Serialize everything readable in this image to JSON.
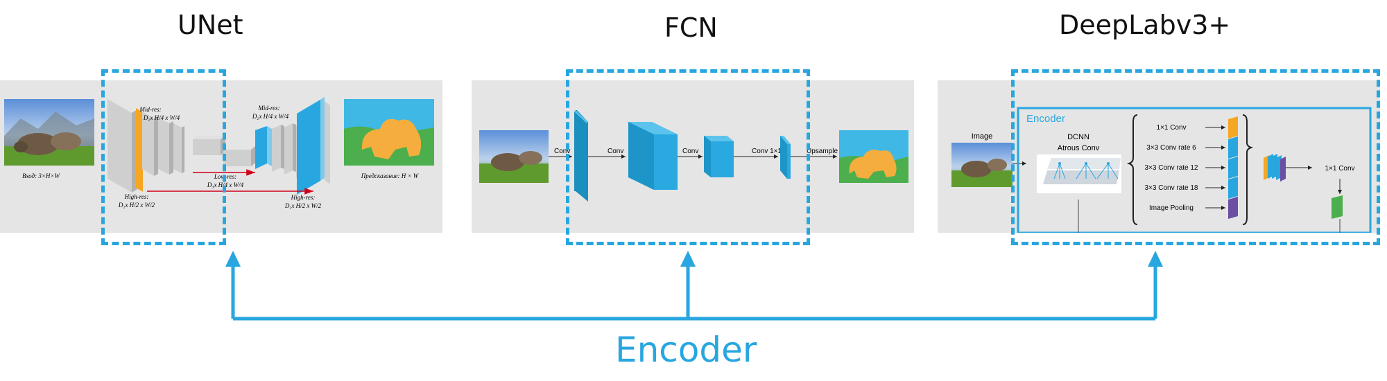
{
  "titles": {
    "unet": "UNet",
    "fcn": "FCN",
    "deeplab": "DeepLabv3+"
  },
  "unet": {
    "input_label": "Вход: 3×H×W",
    "mid_res_left_1": "Mid-res:",
    "mid_res_left_2": "D₂x H/4 x W/4",
    "mid_res_right_1": "Mid-res:",
    "mid_res_right_2": "D₂x H/4 x W/4",
    "high_res_left_1": "High-res:",
    "high_res_left_2": "D₁x H/2 x W/2",
    "low_res_1": "Low-res:",
    "low_res_2": "D₃x H/4 x W/4",
    "high_res_right_1": "High-res:",
    "high_res_right_2": "D₁x H/2 x W/2",
    "prediction_label": "Предсказание: H × W"
  },
  "fcn": {
    "conv1": "Conv",
    "conv2": "Conv",
    "conv3": "Conv",
    "conv4": "Conv 1×1",
    "upsample": "Upsample"
  },
  "deeplab": {
    "image_label": "Image",
    "encoder_label": "Encoder",
    "dcnn": "DCNN",
    "atrous": "Atrous Conv",
    "branches": [
      "1×1 Conv",
      "3×3 Conv rate 6",
      "3×3 Conv rate 12",
      "3×3 Conv rate 18",
      "Image Pooling"
    ],
    "final_conv": "1×1 Conv"
  },
  "encoder_label": "Encoder",
  "colors": {
    "accent": "#28a6df",
    "panel_bg": "#e5e5e5",
    "orange": "#f5a623",
    "purple": "#6b4fa3",
    "green": "#4cae4c",
    "red_arrow": "#d0021b"
  }
}
